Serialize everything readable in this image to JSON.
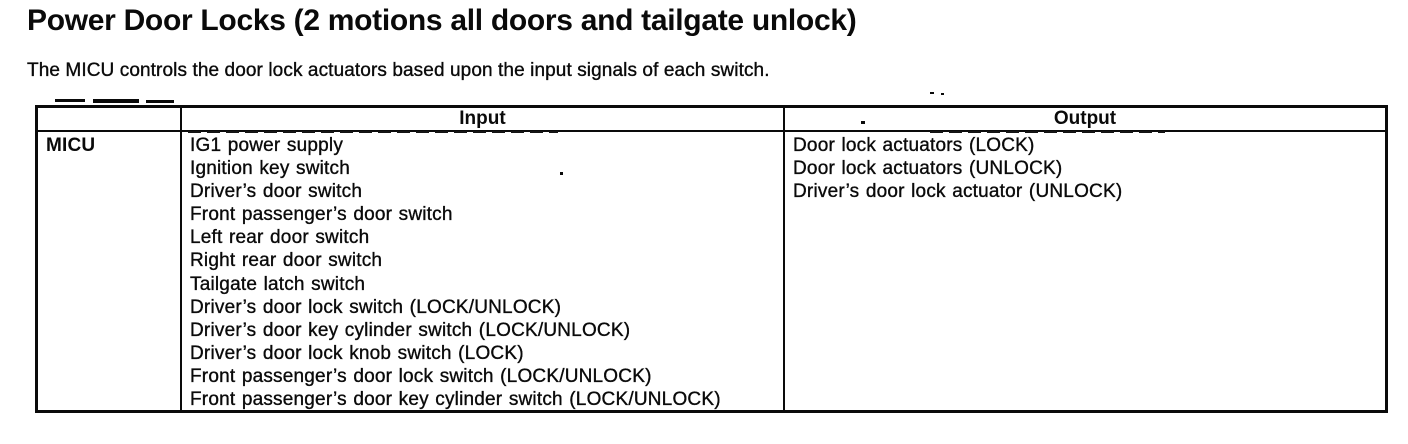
{
  "page": {
    "title": "Power Door Locks (2 motions all doors and tailgate unlock)",
    "description": "The MICU controls the door lock actuators based upon the input signals of each switch."
  },
  "table": {
    "headers": {
      "component": "",
      "input": "Input",
      "output": "Output"
    },
    "rows": [
      {
        "component": "MICU",
        "inputs": [
          "IG1 power supply",
          "Ignition key switch",
          "Driver’s door switch",
          "Front passenger’s door switch",
          "Left rear door switch",
          "Right rear door switch",
          "Tailgate latch switch",
          "Driver’s door lock switch (LOCK/UNLOCK)",
          "Driver’s door key cylinder switch (LOCK/UNLOCK)",
          "Driver’s door lock knob switch (LOCK)",
          "Front passenger’s door lock switch (LOCK/UNLOCK)",
          "Front passenger’s door key cylinder switch (LOCK/UNLOCK)"
        ],
        "outputs": [
          "Door lock actuators (LOCK)",
          "Door lock actuators (UNLOCK)",
          "Driver’s door lock actuator (UNLOCK)"
        ]
      }
    ]
  },
  "colors": {
    "ink": "#0a0a0a",
    "background": "#ffffff"
  }
}
